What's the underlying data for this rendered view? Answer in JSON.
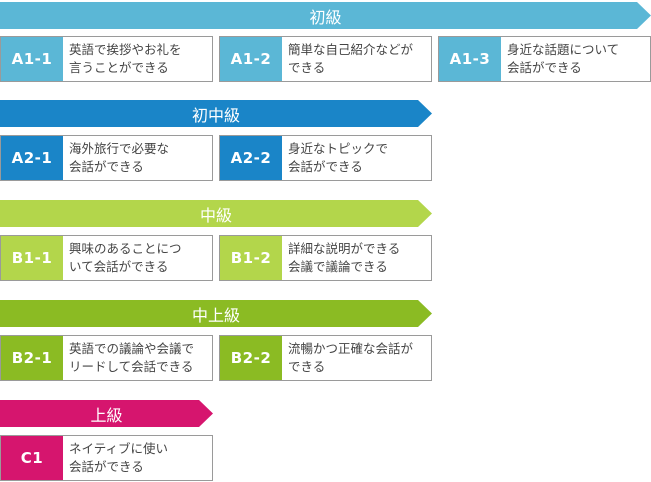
{
  "colors": {
    "beginner": "#5bb7d6",
    "lower_intermediate": "#1a85c8",
    "intermediate": "#b3d64b",
    "upper_intermediate": "#8bbb23",
    "advanced": "#d6156e"
  },
  "levels": [
    {
      "label": "初級",
      "items": [
        {
          "code": "A1-1",
          "lines": [
            "英語で挨拶やお礼を",
            "言うことができる"
          ]
        },
        {
          "code": "A1-2",
          "lines": [
            "簡単な自己紹介などが",
            "できる"
          ]
        },
        {
          "code": "A1-3",
          "lines": [
            "身近な話題について",
            "会話ができる"
          ]
        }
      ]
    },
    {
      "label": "初中級",
      "items": [
        {
          "code": "A2-1",
          "lines": [
            "海外旅行で必要な",
            "会話ができる"
          ]
        },
        {
          "code": "A2-2",
          "lines": [
            "身近なトピックで",
            "会話ができる"
          ]
        }
      ]
    },
    {
      "label": "中級",
      "items": [
        {
          "code": "B1-1",
          "lines": [
            "興味のあることにつ",
            "いて会話ができる"
          ]
        },
        {
          "code": "B1-2",
          "lines": [
            "詳細な説明ができる",
            "会議で議論できる"
          ]
        }
      ]
    },
    {
      "label": "中上級",
      "items": [
        {
          "code": "B2-1",
          "lines": [
            "英語での議論や会議で",
            "リードして会話できる"
          ]
        },
        {
          "code": "B2-2",
          "lines": [
            "流暢かつ正確な会話が",
            "できる"
          ]
        }
      ]
    },
    {
      "label": "上級",
      "items": [
        {
          "code": "C1",
          "lines": [
            "ネイティブに使い",
            "会話ができる"
          ]
        }
      ]
    }
  ]
}
